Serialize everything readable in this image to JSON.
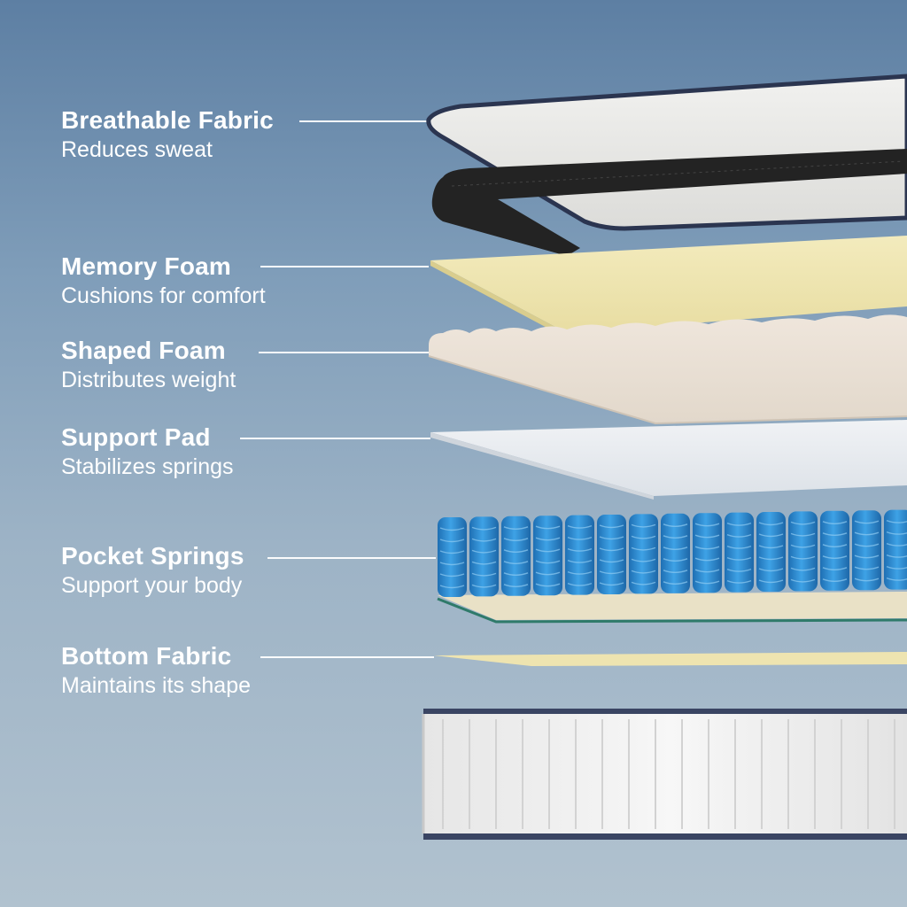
{
  "background": {
    "top_color": "#5d7fa3",
    "bottom_color": "#b1c2cf"
  },
  "layers": [
    {
      "title": "Breathable Fabric",
      "subtitle": "Reduces sweat"
    },
    {
      "title": "Memory Foam",
      "subtitle": "Cushions for comfort"
    },
    {
      "title": "Shaped Foam",
      "subtitle": "Distributes weight"
    },
    {
      "title": "Support Pad",
      "subtitle": "Stabilizes springs"
    },
    {
      "title": "Pocket Springs",
      "subtitle": "Support your body"
    },
    {
      "title": "Bottom Fabric",
      "subtitle": "Maintains its shape"
    }
  ],
  "colors": {
    "fabric": "#e9e9e7",
    "fabric_border": "#2b3550",
    "black_band": "#232323",
    "memory_foam": "#f0e8b4",
    "shaped_foam": "#ece3d8",
    "support_pad": "#e8ecf0",
    "springs": "#2f8fd6",
    "bottom_fabric": "#eee4b0",
    "mattress_side": "#f2f2f2",
    "mattress_trim": "#3a4563"
  }
}
